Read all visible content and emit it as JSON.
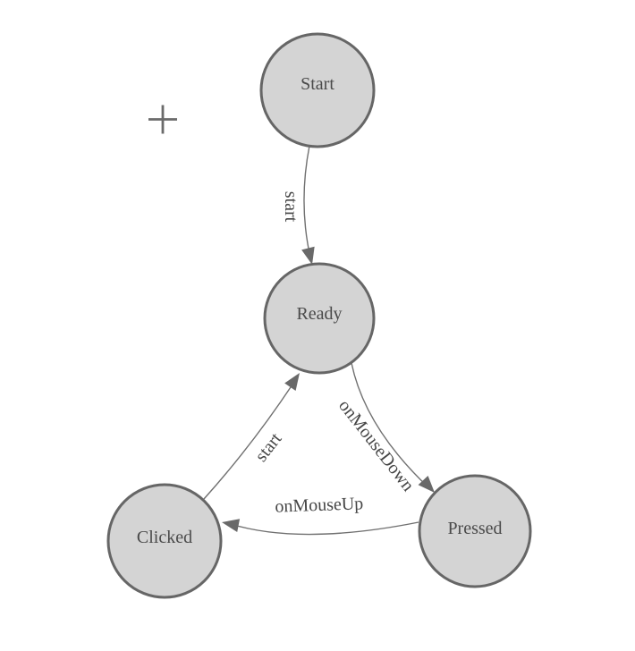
{
  "palette": {
    "background": "#ffffff",
    "node_fill": "#d4d4d4",
    "node_stroke": "#666666",
    "edge_stroke": "#707070",
    "arrow_fill": "#696969",
    "node_label_color": "#4a4a4a",
    "edge_label_color": "#454545",
    "crosshair_color": "#6b6b6b"
  },
  "diagram": {
    "nodes": [
      {
        "id": "start",
        "label": "Start"
      },
      {
        "id": "ready",
        "label": "Ready"
      },
      {
        "id": "clicked",
        "label": "Clicked"
      },
      {
        "id": "pressed",
        "label": "Pressed"
      }
    ],
    "edges": [
      {
        "id": "start-to-ready",
        "label": "start",
        "from": "Start",
        "to": "Ready"
      },
      {
        "id": "clicked-to-ready",
        "label": "start",
        "from": "Clicked",
        "to": "Ready"
      },
      {
        "id": "ready-to-pressed",
        "label": "onMouseDown",
        "from": "Ready",
        "to": "Pressed"
      },
      {
        "id": "pressed-to-clicked",
        "label": "onMouseUp",
        "from": "Pressed",
        "to": "Clicked"
      }
    ]
  }
}
